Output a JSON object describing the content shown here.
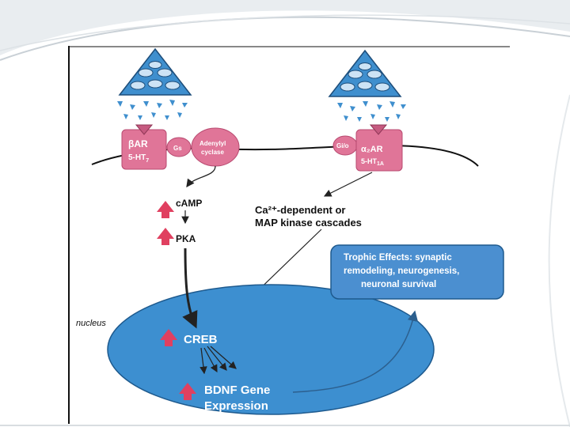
{
  "receptor_left": {
    "label_1": "βAR",
    "label_2": "5-HT",
    "label_2_sub": "7"
  },
  "g_protein_left": "Gs",
  "adenylyl_cyclase": {
    "line_1": "Adenylyl",
    "line_2": "cyclase"
  },
  "g_protein_right": "Gi/o",
  "receptor_right": {
    "label_1": "α₂AR",
    "label_2": "5-HT",
    "label_2_sub": "1A"
  },
  "camp_label": "cAMP",
  "pka_label": "PKA",
  "cascade_text": {
    "line_1": "Ca²⁺-dependent  or",
    "line_2": "MAP kinase  cascades"
  },
  "trophic_box": {
    "line_1": "Trophic Effects: synaptic",
    "line_2": "remodeling, neurogenesis,",
    "line_3": "neuronal survival"
  },
  "nucleus_label": "nucleus",
  "creb_label": "CREB",
  "bdnf": {
    "line_1": "BDNF Gene",
    "line_2": "Expression"
  },
  "colors": {
    "neuron_blue": "#3f8fce",
    "receptor_pink": "#e07598",
    "box_blue": "#4b8fd0",
    "nucleus_blue": "#3d8fd0",
    "up_arrow_red": "#e04060"
  }
}
